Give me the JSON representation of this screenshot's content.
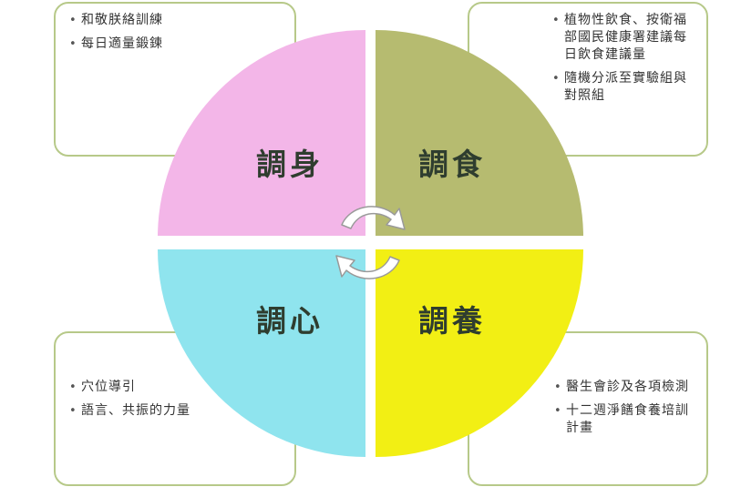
{
  "colors": {
    "box_border": "#b7c989",
    "quadrant_top_left": "#f3b6e8",
    "quadrant_top_right": "#b6bb70",
    "quadrant_bottom_left": "#8fe4ee",
    "quadrant_bottom_right": "#f2ef14",
    "label_text": "#2f3d2f",
    "arrow_fill": "#ffffff",
    "arrow_stroke": "#9a9a9a"
  },
  "quadrants": {
    "top_left": "調身",
    "top_right": "調食",
    "bottom_left": "調心",
    "bottom_right": "調養"
  },
  "boxes": {
    "top_left": {
      "items": [
        "和敬朕絡訓練",
        "每日適量鍛鍊"
      ]
    },
    "top_right": {
      "items": [
        "植物性飲食、按衛福部國民健康署建議每日飲食建議量",
        "隨機分派至實驗組與對照組"
      ]
    },
    "bottom_left": {
      "items": [
        "穴位導引",
        "語言、共振的力量"
      ]
    },
    "bottom_right": {
      "items": [
        "醫生會診及各項檢測",
        "十二週淨饍食養培訓計畫"
      ]
    }
  },
  "icons": {
    "center_cycle": "circular-arrows-icon"
  }
}
